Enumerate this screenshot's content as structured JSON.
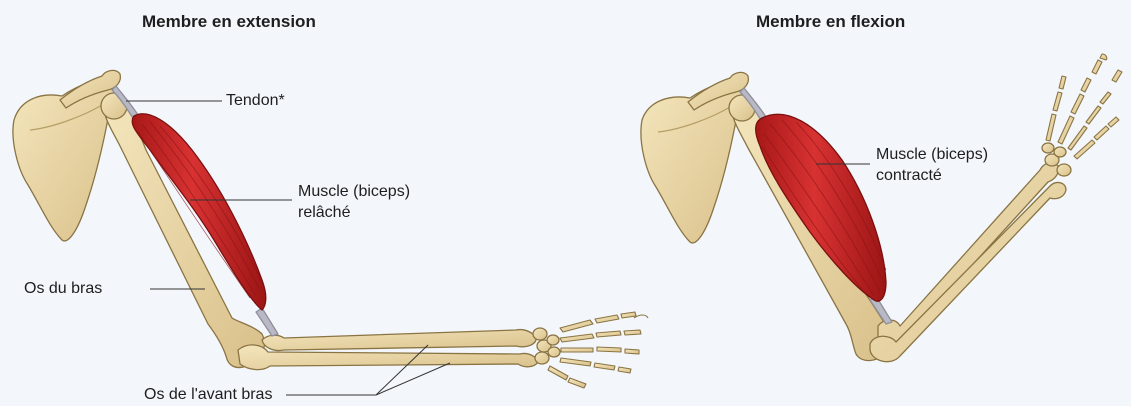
{
  "panels": {
    "extension": {
      "title": "Membre en extension",
      "labels": {
        "tendon": "Tendon*",
        "muscle_line1": "Muscle (biceps)",
        "muscle_line2": "relâché",
        "upper_arm_bone": "Os du bras",
        "forearm_bones": "Os de l'avant bras"
      }
    },
    "flexion": {
      "title": "Membre en flexion",
      "labels": {
        "muscle_line1": "Muscle (biceps)",
        "muscle_line2": "contracté"
      }
    }
  },
  "colors": {
    "background": "#f3f7fb",
    "bone_fill": "#ecd9a6",
    "bone_outline": "#8a7444",
    "muscle_fill": "#cf2b2b",
    "muscle_stripe": "#8e1414",
    "tendon": "#b9b9c6",
    "leader_line": "#333333"
  }
}
